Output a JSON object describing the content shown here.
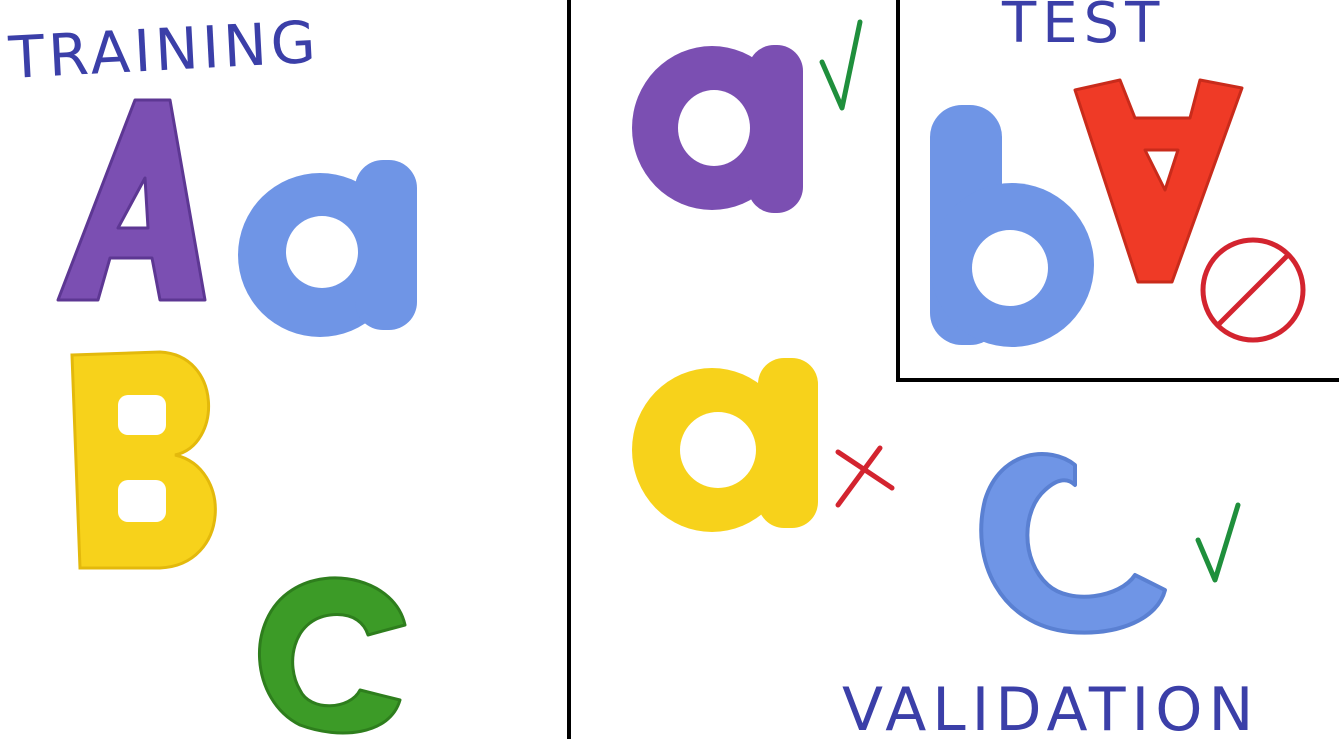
{
  "labels": {
    "training": "TRAINING",
    "validation": "VALIDATION",
    "test": "TEST"
  },
  "training_letters": [
    "A",
    "a",
    "B",
    "c"
  ],
  "validation_letters": [
    {
      "letter": "a",
      "mark": "check"
    },
    {
      "letter": "a",
      "mark": "cross"
    },
    {
      "letter": "C",
      "mark": "check"
    }
  ],
  "test_letters": [
    {
      "letter": "b",
      "note": "rotated a"
    },
    {
      "letter": "A",
      "note": "upside-down A"
    }
  ],
  "test_mark": "no-symbol",
  "colors": {
    "purple": "#7b4fb2",
    "blue": "#6f95e6",
    "yellow": "#f7d21b",
    "green": "#3c9b27",
    "red": "#ef3a26",
    "label_ink": "#3b3fa8",
    "check_green": "#1f8f3c",
    "cross_red": "#d3242f"
  }
}
